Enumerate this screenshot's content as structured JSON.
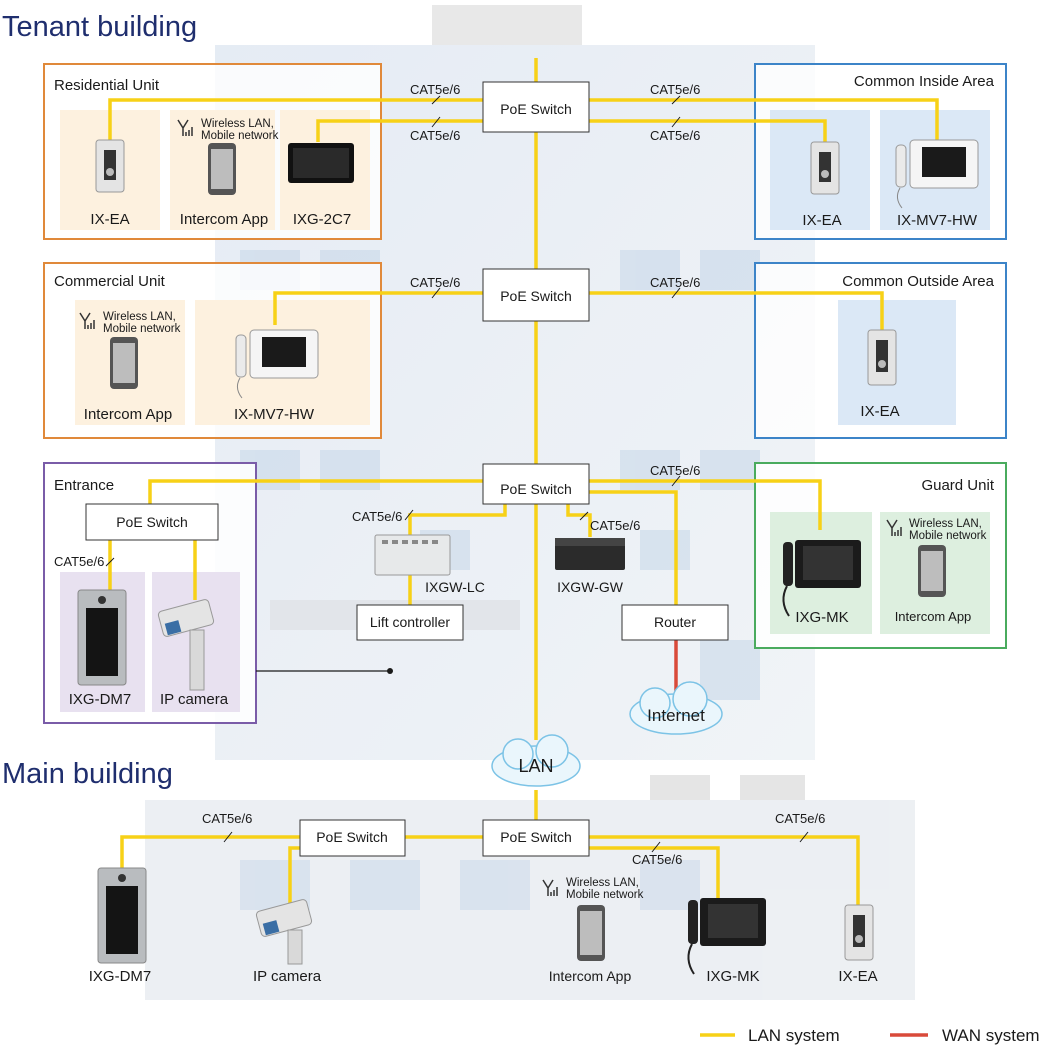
{
  "sections": {
    "tenant_building": "Tenant building",
    "main_building": "Main building"
  },
  "zones": {
    "residential_unit": {
      "title": "Residential Unit",
      "devices": [
        "IX-EA",
        "Intercom App",
        "IXG-2C7"
      ],
      "wireless": [
        "Wireless LAN,",
        "Mobile network"
      ]
    },
    "common_inside_area": {
      "title": "Common Inside Area",
      "devices": [
        "IX-EA",
        "IX-MV7-HW"
      ]
    },
    "commercial_unit": {
      "title": "Commercial Unit",
      "devices": [
        "Intercom App",
        "IX-MV7-HW"
      ],
      "wireless": [
        "Wireless LAN,",
        "Mobile network"
      ]
    },
    "common_outside_area": {
      "title": "Common Outside Area",
      "devices": [
        "IX-EA"
      ]
    },
    "entrance": {
      "title": "Entrance",
      "switch": "PoE Switch",
      "devices": [
        "IXG-DM7",
        "IP camera"
      ]
    },
    "guard_unit": {
      "title": "Guard Unit",
      "devices": [
        "IXG-MK",
        "Intercom App"
      ],
      "wireless": [
        "Wireless LAN,",
        "Mobile network"
      ]
    }
  },
  "tenant_nodes": {
    "poe_switch": "PoE Switch",
    "ixgw_lc": "IXGW-LC",
    "ixgw_gw": "IXGW-GW",
    "lift_controller": "Lift controller",
    "router": "Router",
    "internet": "Internet",
    "lan": "LAN"
  },
  "main_nodes": {
    "poe_switch": "PoE Switch",
    "devices": [
      "IXG-DM7",
      "IP camera",
      "Intercom App",
      "IXG-MK",
      "IX-EA"
    ],
    "wireless": [
      "Wireless LAN,",
      "Mobile network"
    ]
  },
  "cable_label": "CAT5e/6",
  "legend": {
    "lan": "LAN system",
    "wan": "WAN system",
    "lan_color": "#f7d117",
    "wan_color": "#d94a3a"
  },
  "colors": {
    "title": "#1f2e6e",
    "residential_border": "#e0893a",
    "common_border": "#3c84c8",
    "entrance_border": "#7a5ca8",
    "guard_border": "#4aab5e"
  }
}
